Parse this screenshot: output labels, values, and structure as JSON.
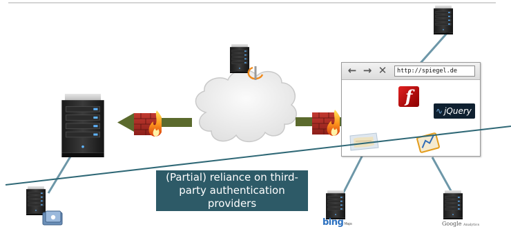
{
  "browser": {
    "back_icon": "arrow-left-icon",
    "forward_icon": "arrow-right-icon",
    "stop_icon": "close-icon",
    "url": "http://spiegel.de",
    "embedded": [
      "flash-player-logo",
      "jquery-logo",
      "bing-maps-tile",
      "google-analytics-tile"
    ],
    "jquery_logo_text": "jQuery"
  },
  "caption": {
    "text": "(Partial) reliance on third-party authentication providers"
  },
  "logos": {
    "bing": "bing",
    "bing_sub": "Maps",
    "google": "Google",
    "google_sub": "Analytics"
  },
  "colors": {
    "caption_bg": "#2d5a67",
    "connector": "#6d97a8",
    "divider": "#2f6876",
    "arrow": "#5b6a2d",
    "firewall": "#b02828",
    "cloud": "#f3f3f3"
  },
  "icons": [
    "server-icon",
    "cloud-icon",
    "firewall-icon",
    "arrow-left-icon",
    "arrow-right-icon",
    "openid-icon",
    "auth-badge-icon"
  ]
}
